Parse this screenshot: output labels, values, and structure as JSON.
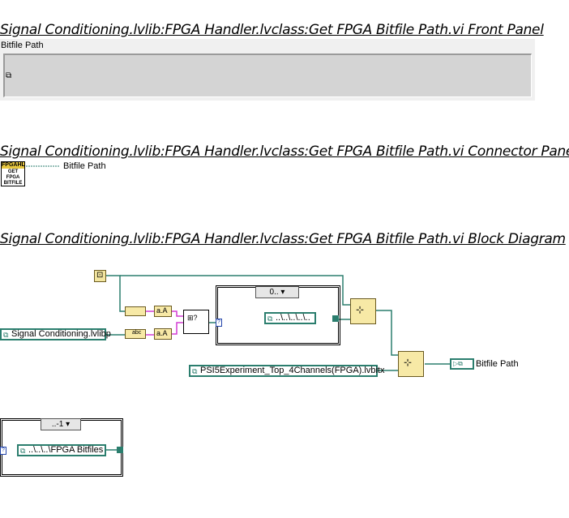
{
  "front_panel": {
    "title": "Signal Conditioning.lvlib:FPGA Handler.lvclass:Get FPGA Bitfile Path.vi Front Panel",
    "indicator_label": "Bitfile Path",
    "indicator_value": ""
  },
  "connector_pane": {
    "title": "Signal Conditioning.lvlib:FPGA Handler.lvclass:Get FPGA Bitfile Path.vi Connector Pane",
    "icon_header": "FPGAHL",
    "icon_lines": [
      "GET",
      "FPGA",
      "BITFILE"
    ],
    "terminal_label": "Bitfile Path"
  },
  "block_diagram": {
    "title": "Signal Conditioning.lvlib:FPGA Handler.lvclass:Get FPGA Bitfile Path.vi Block Diagram",
    "library_constant": "Signal Conditioning.lvlibp",
    "case_selector_1": "0..",
    "relative_path_constant": "..\\..\\..\\..\\..",
    "bitfile_constant": "PSI5Experiment_Top_4Channels(FPGA).lvbitx",
    "output_label": "Bitfile Path",
    "case_selector_2": "..-1",
    "bitfiles_path_constant": "..\\..\\..\\FPGA Bitfiles"
  },
  "colors": {
    "path_wire": "#2b7e6e",
    "string_wire": "#d43dd4",
    "node_fill": "#f7e9a6"
  }
}
